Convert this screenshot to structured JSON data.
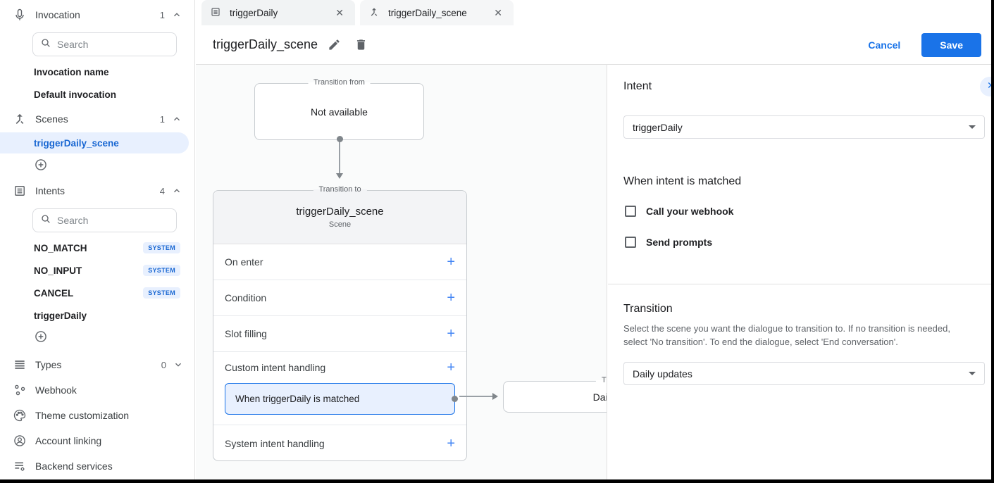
{
  "icons": {
    "plus": "+",
    "close": "✕"
  },
  "sidebar": {
    "invocation": {
      "label": "Invocation",
      "count": "1"
    },
    "invocation_search_placeholder": "Search",
    "invocation_items": [
      {
        "label": "Invocation name"
      },
      {
        "label": "Default invocation"
      }
    ],
    "scenes": {
      "label": "Scenes",
      "count": "1"
    },
    "scenes_selected": "triggerDaily_scene",
    "intents": {
      "label": "Intents",
      "count": "4"
    },
    "intents_search_placeholder": "Search",
    "intents_items": [
      {
        "label": "NO_MATCH",
        "badge": "SYSTEM"
      },
      {
        "label": "NO_INPUT",
        "badge": "SYSTEM"
      },
      {
        "label": "CANCEL",
        "badge": "SYSTEM"
      },
      {
        "label": "triggerDaily"
      }
    ],
    "types": {
      "label": "Types",
      "count": "0"
    },
    "links": [
      {
        "label": "Webhook"
      },
      {
        "label": "Theme customization"
      },
      {
        "label": "Account linking"
      },
      {
        "label": "Backend services"
      }
    ]
  },
  "tabs": [
    {
      "label": "triggerDaily"
    },
    {
      "label": "triggerDaily_scene"
    }
  ],
  "titlebar": {
    "title": "triggerDaily_scene",
    "cancel_label": "Cancel",
    "save_label": "Save"
  },
  "canvas": {
    "from_box": {
      "legend": "Transition from",
      "text": "Not available"
    },
    "scene_card": {
      "legend": "Transition to",
      "title": "triggerDaily_scene",
      "subtitle": "Scene",
      "row_on_enter": "On enter",
      "row_condition": "Condition",
      "row_slot": "Slot filling",
      "row_custom": "Custom intent handling",
      "row_system": "System intent handling",
      "handler": "When triggerDaily is matched"
    },
    "to_box": {
      "legend": "Transition to",
      "text": "Daily updates"
    }
  },
  "panel": {
    "intent_heading": "Intent",
    "intent_value": "triggerDaily",
    "matched_heading": "When intent is matched",
    "checkbox_webhook": "Call your webhook",
    "checkbox_prompts": "Send prompts",
    "transition_heading": "Transition",
    "transition_description": "Select the scene you want the dialogue to transition to. If no transition is needed, select 'No transition'. To end the dialogue, select 'End conversation'.",
    "transition_value": "Daily updates"
  },
  "colors": {
    "accent": "#1a73e8",
    "selected_text": "#1967d2",
    "badge_bg": "#e8f0fe",
    "border": "#dadce0"
  }
}
